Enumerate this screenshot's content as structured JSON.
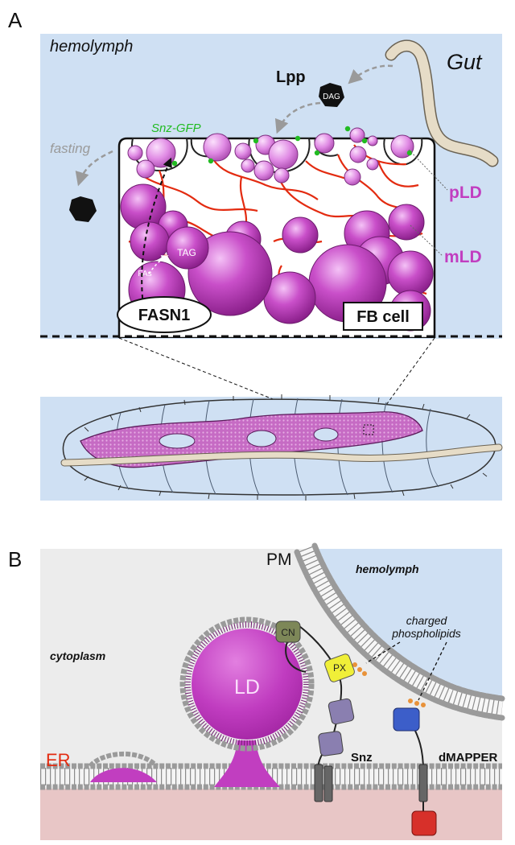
{
  "colors": {
    "hemolymph": "#cfe0f3",
    "ld": "#c13ec0",
    "ld_light": "#e9a6ee",
    "er": "#e8c6c6",
    "gut": "#e6dcc7",
    "snz_gfp": "#22bb22",
    "accent_red": "#e32b10"
  },
  "panel_a": {
    "letter": "A",
    "hemolymph": "hemolymph",
    "gut": "Gut",
    "lpp": "Lpp",
    "dag": "DAG",
    "snz_gfp": "Snz-GFP",
    "fasting": "fasting",
    "pld": "pLD",
    "mld": "mLD",
    "tag": "TAG",
    "fas": "FAs",
    "fasn1": "FASN1",
    "fb_cell": "FB cell"
  },
  "panel_b": {
    "letter": "B",
    "pm": "PM",
    "hemolymph": "hemolymph",
    "cytoplasm": "cytoplasm",
    "charged_1": "charged",
    "charged_2": "phospholipids",
    "cn": "CN",
    "px": "PX",
    "ld": "LD",
    "er": "ER",
    "snz": "Snz",
    "dmapper": "dMAPPER"
  }
}
